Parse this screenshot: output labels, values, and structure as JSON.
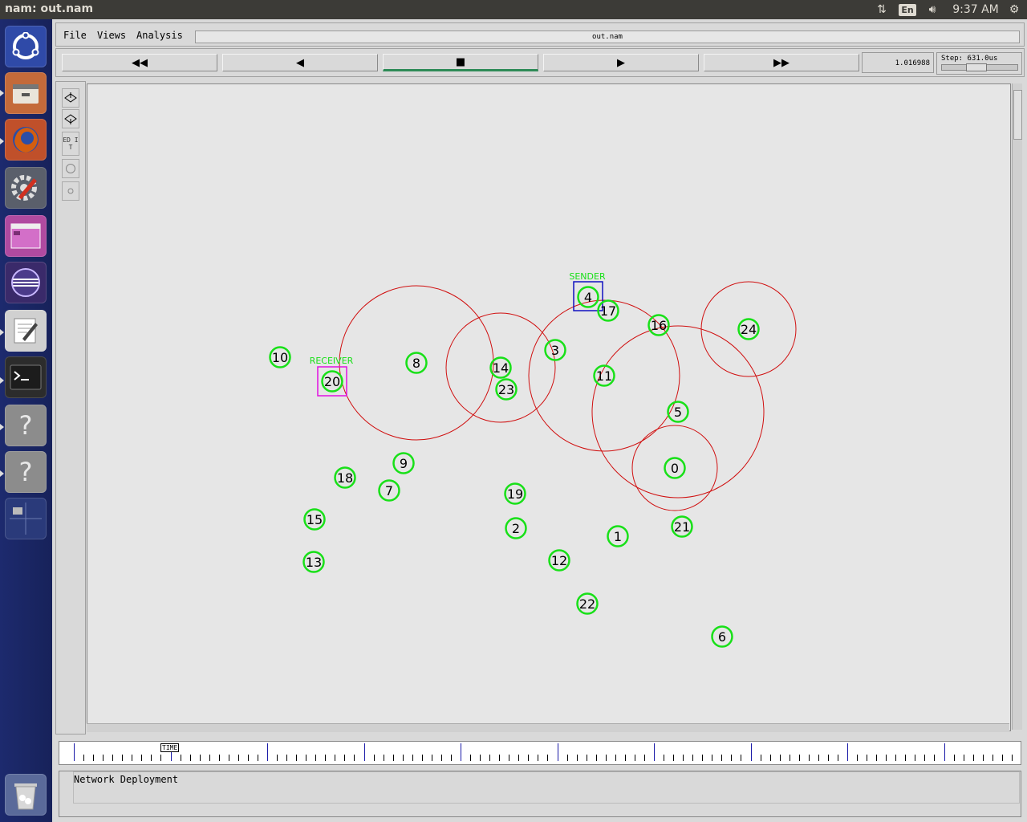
{
  "topbar": {
    "title": "nam: out.nam",
    "lang": "En",
    "clock": "9:37 AM"
  },
  "launcher": {
    "items": [
      "dash-home",
      "files",
      "firefox",
      "system-settings",
      "app-window",
      "eclipse",
      "text-editor",
      "terminal",
      "unknown-app",
      "unknown-app",
      "workspace-switcher",
      "trash"
    ]
  },
  "menu": {
    "file": "File",
    "views": "Views",
    "analysis": "Analysis",
    "filename": "out.nam"
  },
  "playback": {
    "rewind": "◀◀",
    "back": "◀",
    "stop": "■",
    "play": "▶",
    "fastforward": "▶▶",
    "time": "1.016988",
    "step": "Step: 631.0us"
  },
  "tools": {
    "edit": "ED IT"
  },
  "network": {
    "sender_label": "SENDER",
    "receiver_label": "RECEIVER",
    "nodes": [
      {
        "id": "0"
      },
      {
        "id": "1"
      },
      {
        "id": "2"
      },
      {
        "id": "3"
      },
      {
        "id": "4"
      },
      {
        "id": "5"
      },
      {
        "id": "6"
      },
      {
        "id": "7"
      },
      {
        "id": "8"
      },
      {
        "id": "9"
      },
      {
        "id": "10"
      },
      {
        "id": "11"
      },
      {
        "id": "12"
      },
      {
        "id": "13"
      },
      {
        "id": "14"
      },
      {
        "id": "15"
      },
      {
        "id": "16"
      },
      {
        "id": "17"
      },
      {
        "id": "18"
      },
      {
        "id": "19"
      },
      {
        "id": "20"
      },
      {
        "id": "21"
      },
      {
        "id": "22"
      },
      {
        "id": "23"
      },
      {
        "id": "24"
      }
    ],
    "ranges": [
      {
        "node": "8"
      },
      {
        "node": "14"
      },
      {
        "node": "11"
      },
      {
        "node": "5"
      },
      {
        "node": "0"
      },
      {
        "node": "24"
      }
    ],
    "sender_node": "4",
    "receiver_node": "20",
    "colors": {
      "node": "#18e018",
      "range": "#d01010",
      "sender": "#1010c0",
      "receiver": "#e010e0"
    }
  },
  "timeline": {
    "marker": "TIME"
  },
  "annotation": {
    "text": "Network Deployment"
  }
}
